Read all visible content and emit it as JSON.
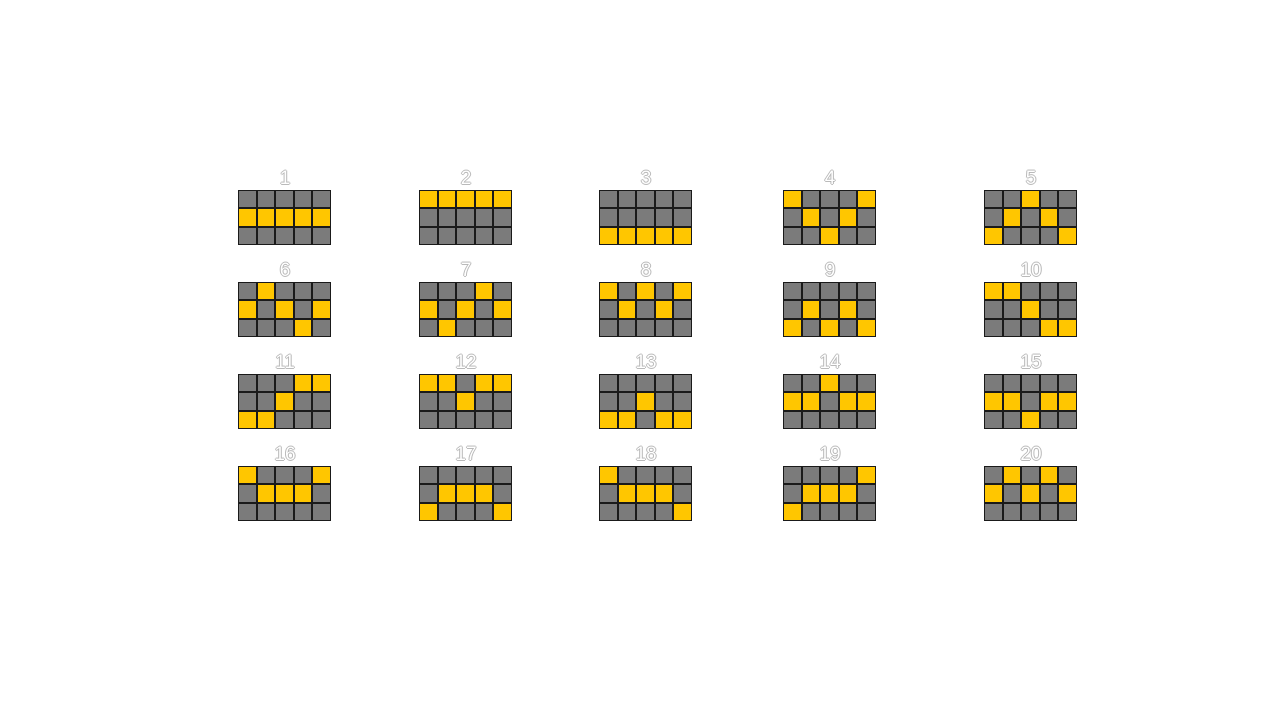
{
  "colors": {
    "active_cell": "#ffc600",
    "inactive_cell": "#7b7b7b",
    "grid_lines": "#1a1a1a"
  },
  "paylines": [
    {
      "number": "1",
      "rows": [
        1,
        1,
        1,
        1,
        1
      ]
    },
    {
      "number": "2",
      "rows": [
        0,
        0,
        0,
        0,
        0
      ]
    },
    {
      "number": "3",
      "rows": [
        2,
        2,
        2,
        2,
        2
      ]
    },
    {
      "number": "4",
      "rows": [
        0,
        1,
        2,
        1,
        0
      ]
    },
    {
      "number": "5",
      "rows": [
        2,
        1,
        0,
        1,
        2
      ]
    },
    {
      "number": "6",
      "rows": [
        1,
        0,
        1,
        2,
        1
      ]
    },
    {
      "number": "7",
      "rows": [
        1,
        2,
        1,
        0,
        1
      ]
    },
    {
      "number": "8",
      "rows": [
        0,
        1,
        0,
        1,
        0
      ]
    },
    {
      "number": "9",
      "rows": [
        2,
        1,
        2,
        1,
        2
      ]
    },
    {
      "number": "10",
      "rows": [
        0,
        0,
        1,
        2,
        2
      ]
    },
    {
      "number": "11",
      "rows": [
        2,
        2,
        1,
        0,
        0
      ]
    },
    {
      "number": "12",
      "rows": [
        0,
        0,
        1,
        0,
        0
      ]
    },
    {
      "number": "13",
      "rows": [
        2,
        2,
        1,
        2,
        2
      ]
    },
    {
      "number": "14",
      "rows": [
        1,
        1,
        0,
        1,
        1
      ]
    },
    {
      "number": "15",
      "rows": [
        1,
        1,
        2,
        1,
        1
      ]
    },
    {
      "number": "16",
      "rows": [
        0,
        1,
        1,
        1,
        0
      ]
    },
    {
      "number": "17",
      "rows": [
        2,
        1,
        1,
        1,
        2
      ]
    },
    {
      "number": "18",
      "rows": [
        0,
        1,
        1,
        1,
        2
      ]
    },
    {
      "number": "19",
      "rows": [
        2,
        1,
        1,
        1,
        0
      ]
    },
    {
      "number": "20",
      "rows": [
        1,
        0,
        1,
        0,
        1
      ]
    }
  ]
}
